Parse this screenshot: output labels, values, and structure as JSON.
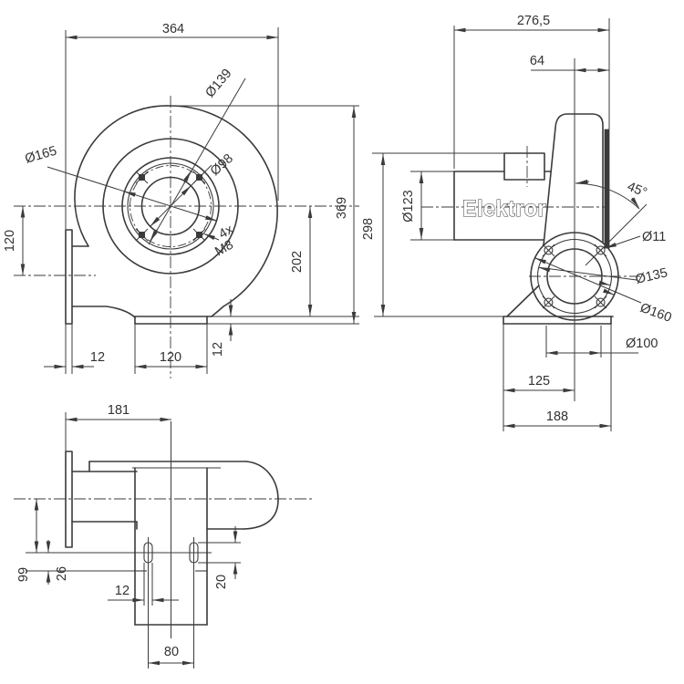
{
  "drawing": {
    "brand": "Elektror",
    "type": "blower-dimension-drawing",
    "front": {
      "total_width": "364",
      "bolt_circle_dia": "Ø139",
      "flange_outer_dia": "Ø165",
      "inlet_bore_dia": "Ø98",
      "bolt_count": "4x",
      "bolt_thread": "M8",
      "axis_to_outlet": "120",
      "outlet_flange_thickness": "12",
      "foot_width": "120",
      "foot_plate_thickness": "12",
      "axis_to_base": "202",
      "total_height": "369"
    },
    "side": {
      "total_depth": "276,5",
      "axis_to_face": "64",
      "inlet_duct_dia": "Ø123",
      "inlet_height": "298",
      "outlet_angle": "45°",
      "bolt_hole_dia": "Ø11",
      "bolt_circle_dia": "Ø135",
      "outlet_flange_dia": "Ø160",
      "outlet_bore_dia": "Ø100",
      "base_front_to_axis": "125",
      "base_depth": "188"
    },
    "bottom": {
      "flange_to_axis": "181",
      "axis_to_slot": "99",
      "slot_to_step": "26",
      "slot_width": "12",
      "slot_length": "20",
      "slot_spacing": "80"
    }
  }
}
